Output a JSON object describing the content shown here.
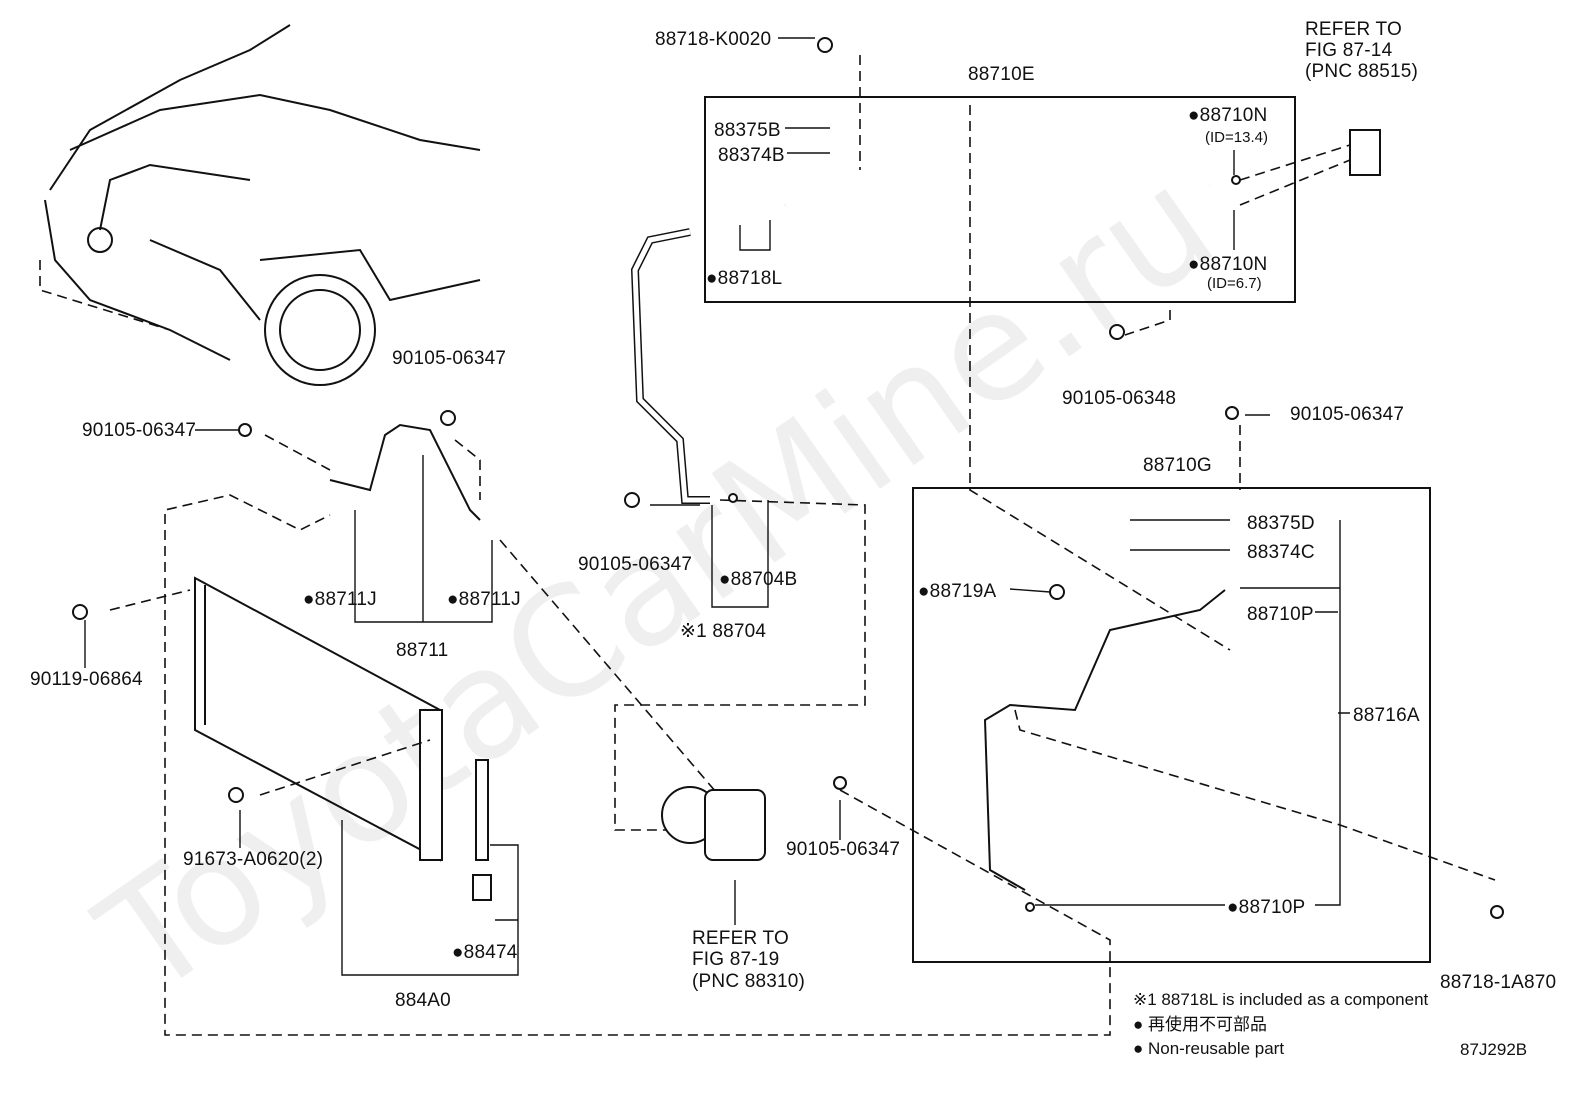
{
  "watermark": "ToyotaCarMine.ru",
  "labels": {
    "k0020": "88718-K0020",
    "refer1": [
      "REFER TO",
      "FIG 87-14",
      "(PNC 88515)"
    ],
    "e88710E": "88710E",
    "p88375B": "88375B",
    "p88374B": "88374B",
    "n1": "●88710N",
    "n1id": "(ID=13.4)",
    "p88718L": "●88718L",
    "n2": "●88710N",
    "n2id": "(ID=6.7)",
    "b06348": "90105-06348",
    "b06347a": "90105-06347",
    "b06347b": "90105-06347",
    "b06347c": "90105-06347",
    "b06347d": "90105-06347",
    "b06347e": "90105-06347",
    "g88710G": "88710G",
    "p88375D": "88375D",
    "p88374C": "88374C",
    "p88719A": "●88719A",
    "p88710P1": "88710P",
    "p88716A": "88716A",
    "p88710P2": "●88710P",
    "p88704B": "●88704B",
    "p88704": "※1 88704",
    "j1": "●88711J",
    "j2": "●88711J",
    "p88711": "88711",
    "b06864": "90119-06864",
    "b0620": "91673-A0620(2)",
    "refer2": [
      "REFER TO",
      "FIG 87-19",
      "(PNC 88310)"
    ],
    "p88474": "●88474",
    "p884A0": "884A0",
    "p1A870": "88718-1A870"
  },
  "notes": {
    "n1": "※1 88718L is included as a component",
    "n2": "● 再使用不可部品",
    "n3": "● Non-reusable part"
  },
  "diagram_id": "87J292B"
}
